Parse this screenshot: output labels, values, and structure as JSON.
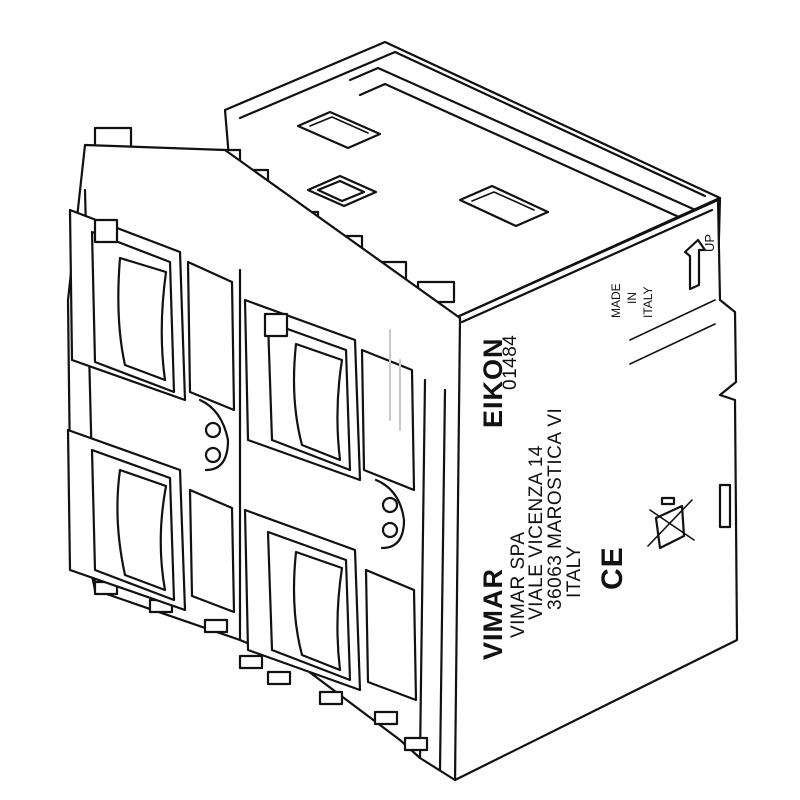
{
  "product": {
    "brand": "EIKON",
    "code": "01484",
    "manufacturer": "VIMAR",
    "address_lines": [
      "VIMAR SPA",
      "VIALE VICENZA 14",
      "36063 MAROSTICA VI",
      "ITALY"
    ],
    "made_in": [
      "MADE",
      "IN",
      "ITALY"
    ],
    "orientation_label": "UP",
    "ce_mark": "CE"
  }
}
